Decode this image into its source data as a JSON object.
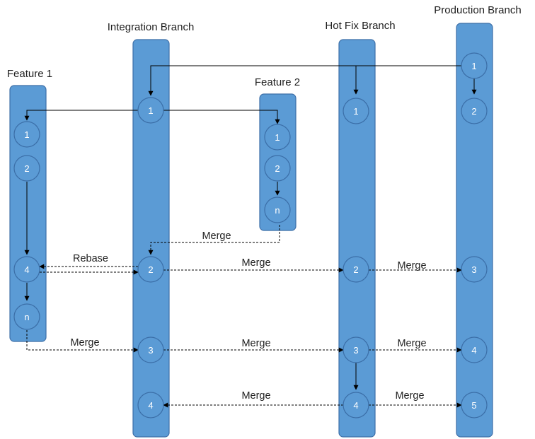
{
  "colors": {
    "lane_fill": "#5b9bd5",
    "node_fill": "#5b9bd5",
    "arrow": "#000000"
  },
  "lanes": [
    {
      "id": "feature1",
      "title": "Feature 1"
    },
    {
      "id": "integration",
      "title": "Integration Branch"
    },
    {
      "id": "feature2",
      "title": "Feature 2"
    },
    {
      "id": "hotfix",
      "title": "Hot Fix Branch"
    },
    {
      "id": "production",
      "title": "Production Branch"
    }
  ],
  "nodes": [
    {
      "id": "f1_1",
      "lane": "feature1",
      "label": "1"
    },
    {
      "id": "f1_2",
      "lane": "feature1",
      "label": "2"
    },
    {
      "id": "f1_4",
      "lane": "feature1",
      "label": "4"
    },
    {
      "id": "f1_n",
      "lane": "feature1",
      "label": "n"
    },
    {
      "id": "ib_1",
      "lane": "integration",
      "label": "1"
    },
    {
      "id": "ib_2",
      "lane": "integration",
      "label": "2"
    },
    {
      "id": "ib_3",
      "lane": "integration",
      "label": "3"
    },
    {
      "id": "ib_4",
      "lane": "integration",
      "label": "4"
    },
    {
      "id": "f2_1",
      "lane": "feature2",
      "label": "1"
    },
    {
      "id": "f2_2",
      "lane": "feature2",
      "label": "2"
    },
    {
      "id": "f2_n",
      "lane": "feature2",
      "label": "n"
    },
    {
      "id": "hf_1",
      "lane": "hotfix",
      "label": "1"
    },
    {
      "id": "hf_2",
      "lane": "hotfix",
      "label": "2"
    },
    {
      "id": "hf_3",
      "lane": "hotfix",
      "label": "3"
    },
    {
      "id": "hf_4",
      "lane": "hotfix",
      "label": "4"
    },
    {
      "id": "pb_1",
      "lane": "production",
      "label": "1"
    },
    {
      "id": "pb_2",
      "lane": "production",
      "label": "2"
    },
    {
      "id": "pb_3",
      "lane": "production",
      "label": "3"
    },
    {
      "id": "pb_4",
      "lane": "production",
      "label": "4"
    },
    {
      "id": "pb_5",
      "lane": "production",
      "label": "5"
    }
  ],
  "edges": [
    {
      "id": "e_pb1_ib1",
      "from": "pb_1",
      "to": "ib_1",
      "style": "solid",
      "label": ""
    },
    {
      "id": "e_pb1_hf1",
      "from": "pb_1",
      "to": "hf_1",
      "style": "solid",
      "label": ""
    },
    {
      "id": "e_pb1_pb2",
      "from": "pb_1",
      "to": "pb_2",
      "style": "solid",
      "label": ""
    },
    {
      "id": "e_ib1_f11",
      "from": "ib_1",
      "to": "f1_1",
      "style": "solid",
      "label": ""
    },
    {
      "id": "e_ib1_f21",
      "from": "ib_1",
      "to": "f2_1",
      "style": "solid",
      "label": ""
    },
    {
      "id": "e_f22_f2n",
      "from": "f2_2",
      "to": "f2_n",
      "style": "solid",
      "label": ""
    },
    {
      "id": "e_f12_f14",
      "from": "f1_2",
      "to": "f1_4",
      "style": "solid",
      "label": ""
    },
    {
      "id": "e_f14_f1n",
      "from": "f1_4",
      "to": "f1_n",
      "style": "solid",
      "label": ""
    },
    {
      "id": "e_f2n_ib2",
      "from": "f2_n",
      "to": "ib_2",
      "style": "dashed",
      "label": "Merge"
    },
    {
      "id": "e_ib2_f14",
      "from": "ib_2",
      "to": "f1_4",
      "style": "dashed",
      "label": "Rebase"
    },
    {
      "id": "e_ib2_hf2",
      "from": "ib_2",
      "to": "hf_2",
      "style": "dashed",
      "label": "Merge"
    },
    {
      "id": "e_hf2_pb3",
      "from": "hf_2",
      "to": "pb_3",
      "style": "dashed",
      "label": "Merge"
    },
    {
      "id": "e_f1n_ib3",
      "from": "f1_n",
      "to": "ib_3",
      "style": "dashed",
      "label": "Merge"
    },
    {
      "id": "e_ib3_hf3",
      "from": "ib_3",
      "to": "hf_3",
      "style": "dashed",
      "label": "Merge"
    },
    {
      "id": "e_hf3_pb4",
      "from": "hf_3",
      "to": "pb_4",
      "style": "dashed",
      "label": "Merge"
    },
    {
      "id": "e_hf3_hf4",
      "from": "hf_3",
      "to": "hf_4",
      "style": "solid",
      "label": ""
    },
    {
      "id": "e_hf4_ib4",
      "from": "hf_4",
      "to": "ib_4",
      "style": "dashed",
      "label": "Merge"
    },
    {
      "id": "e_hf4_pb5",
      "from": "hf_4",
      "to": "pb_5",
      "style": "dashed",
      "label": "Merge"
    }
  ]
}
